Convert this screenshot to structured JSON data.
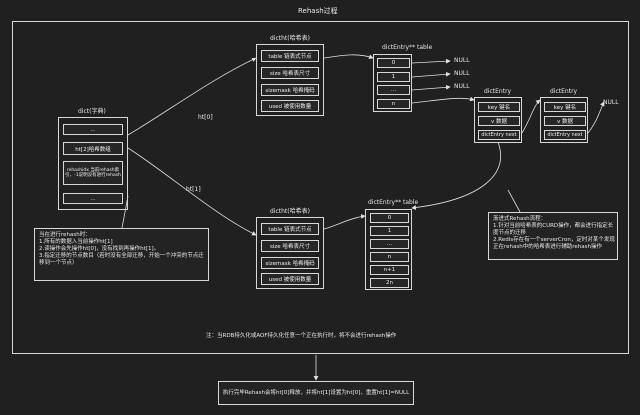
{
  "title": "Rehash过程",
  "dict": {
    "label": "dict(字典)",
    "cells": [
      "...",
      "ht[2]哈希数组",
      "rehashidx 当前rehash索引，-1说明没有进行rehash",
      "..."
    ]
  },
  "ht0_label": "ht[0]",
  "ht1_label": "ht[1]",
  "dictht_top": {
    "label": "dictht(哈希表)",
    "cells": [
      "table 链表式节点",
      "size 哈希表尺寸",
      "sizemask 哈希掩码",
      "used 被使用数量"
    ]
  },
  "dictht_bottom": {
    "label": "dictht(哈希表)",
    "cells": [
      "table 链表式节点",
      "size 哈希表尺寸",
      "sizemask 哈希掩码",
      "used 被使用数量"
    ]
  },
  "table_top": {
    "label": "dictEntry** table",
    "cells": [
      "0",
      "1",
      "...",
      "n"
    ],
    "nulls": [
      "NULL",
      "NULL",
      "NULL"
    ]
  },
  "table_bottom": {
    "label": "dictEntry** table",
    "cells": [
      "0",
      "1",
      "...",
      "n",
      "n+1",
      "2n"
    ]
  },
  "entry1": {
    "label": "dictEntry",
    "cells": [
      "key 键名",
      "v 数据",
      "dictEntry next"
    ]
  },
  "entry2": {
    "label": "dictEntry",
    "cells": [
      "key 键名",
      "v 数据",
      "dictEntry next"
    ]
  },
  "entry_null": "NULL",
  "left_note": {
    "title": "当在进行rehash时：",
    "lines": [
      "1.所有的数据入当前操作ht[1]",
      "2.读操作会先操作ht[0]，没有找到再操作ht[1]。",
      "3.指定迁移的节点数目（若时没有全部迁移，开始一个冲突的节点迁移到一个节点）"
    ]
  },
  "right_note": {
    "title": "渐进式Rehash流程：",
    "lines": [
      "1.针对当前哈希表的CURD操作，都会进行指定长度节点的迁移",
      "2.Redis存在有一个serverCron，定时对某个发现正在rehash中的哈希表进行辅助rehash操作"
    ]
  },
  "bottom_note": "注：当RDB持久化或AOF持久化任意一个正在执行时，将不会进行rehash操作",
  "final_box": "执行完毕Rehash会将ht[0]释放，并将ht[1]设置为ht[0]，重置ht[1]=NULL"
}
